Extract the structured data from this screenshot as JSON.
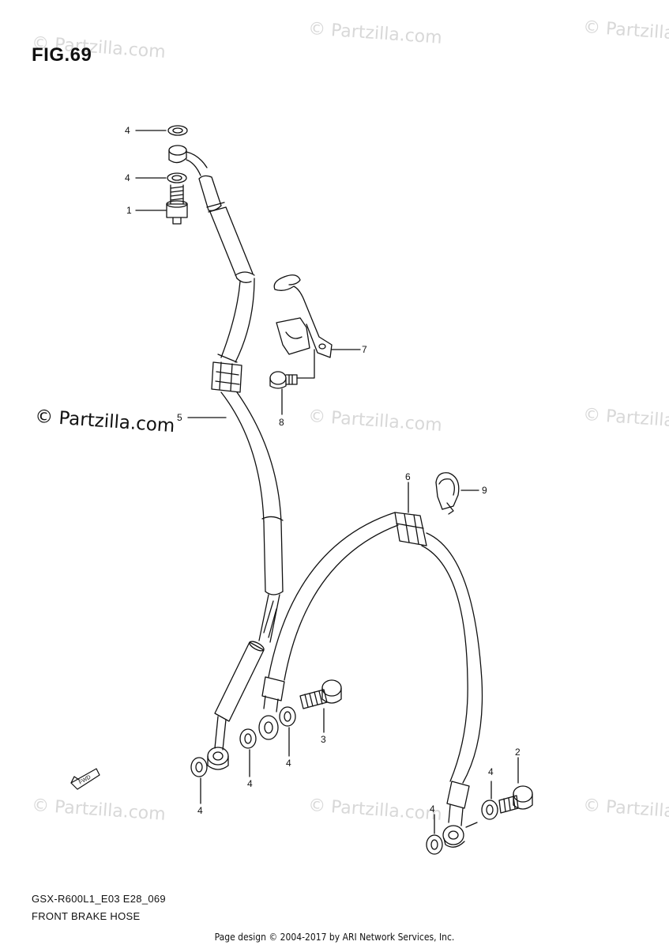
{
  "figure": {
    "title": "FIG.69",
    "model_code": "GSX-R600L1_E03 E28_069",
    "name": "FRONT BRAKE HOSE"
  },
  "watermarks": [
    "© Partzilla.com",
    "© Partzilla.com",
    "© Partzilla.com",
    "© Partzilla.com",
    "© Partzilla.com",
    "© Partzilla.com",
    "© Partzilla.com",
    "© Partzilla.com"
  ],
  "prominent_watermark": "© Partzilla.com",
  "callouts": {
    "c1": "1",
    "c2": "2",
    "c3": "3",
    "c4a": "4",
    "c4b": "4",
    "c4c": "4",
    "c4d": "4",
    "c4e": "4",
    "c4f": "4",
    "c4g": "4",
    "c5": "5",
    "c6": "6",
    "c7": "7",
    "c8": "8",
    "c9": "9"
  },
  "fwd_label": "FWD",
  "footer": {
    "credit": "Page design © 2004-2017 by ARI Network Services, Inc."
  },
  "colors": {
    "line": "#111111",
    "watermark": "#d8d8d8"
  }
}
